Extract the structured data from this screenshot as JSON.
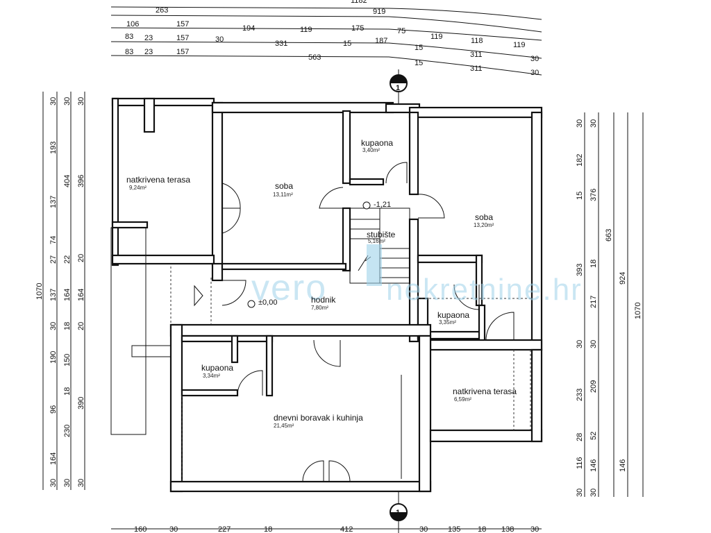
{
  "rooms": {
    "terrace_top": {
      "name": "natkrivena terasa",
      "area": "9,24m²"
    },
    "room_1": {
      "name": "soba",
      "area": "13,11m²"
    },
    "bath_top": {
      "name": "kupaona",
      "area": "3,40m²"
    },
    "room_2": {
      "name": "soba",
      "area": "13,20m²"
    },
    "stairs": {
      "name": "stubište",
      "area": "5,16m²"
    },
    "hall": {
      "name": "hodnik",
      "area": "7,80m²"
    },
    "bath_right": {
      "name": "kupaona",
      "area": "3,35m²"
    },
    "bath_left": {
      "name": "kupaona",
      "area": "3,34m²"
    },
    "living": {
      "name": "dnevni boravak i kuhinja",
      "area": "21,45m²"
    },
    "terrace_bottom": {
      "name": "natkrivena terasa",
      "area": "6,59m²"
    }
  },
  "levels": {
    "upper": "-1,21",
    "ground": "±0,00"
  },
  "section_marker": {
    "label": "1"
  },
  "watermark": {
    "left": "vero",
    "right": "nekretnine.hr"
  },
  "dimensions": {
    "top_row0": [
      "1182"
    ],
    "top_row1": [
      "263",
      "919"
    ],
    "top_row2": [
      "106",
      "157",
      "194",
      "119",
      "175",
      "75",
      "119",
      "118",
      "119"
    ],
    "top_row3": [
      "83",
      "23",
      "157",
      "30",
      "331",
      "15",
      "187",
      "15",
      "311",
      "30"
    ],
    "top_row4": [
      "83",
      "23",
      "157",
      "563",
      "15",
      "311",
      "30"
    ],
    "bottom": [
      "160",
      "30",
      "227",
      "18",
      "412",
      "30",
      "135",
      "18",
      "138",
      "30"
    ],
    "left_col1": [
      "30",
      "193",
      "137",
      "74",
      "27",
      "137",
      "30",
      "190",
      "96",
      "164",
      "30"
    ],
    "left_col2": [
      "30",
      "404",
      "22",
      "164",
      "18",
      "150",
      "18",
      "230",
      "30"
    ],
    "left_col3": [
      "30",
      "396",
      "20",
      "164",
      "20",
      "390",
      "30"
    ],
    "left_total": "1070",
    "right_col1": [
      "30",
      "182",
      "15",
      "393",
      "30",
      "233",
      "28",
      "116",
      "30"
    ],
    "right_col2": [
      "30",
      "376",
      "18",
      "217",
      "30",
      "209",
      "52",
      "146",
      "30"
    ],
    "right_col3": [
      "663",
      "924",
      "146"
    ],
    "right_total": "1070"
  }
}
